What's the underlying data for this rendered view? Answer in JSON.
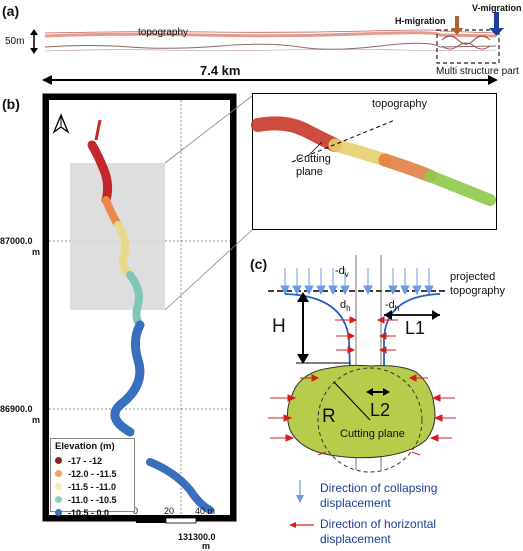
{
  "panels": {
    "a": "(a)",
    "b": "(b)",
    "c": "(c)"
  },
  "panel_a": {
    "scale_label": "50m",
    "topography_label": "topography",
    "h_migration_label": "H-migration",
    "v_migration_label": "V-migration",
    "length_label": "7.4 km",
    "multi_structure_label": "Multi structure part"
  },
  "panel_b": {
    "coord_87000": "87000.0",
    "coord_87000_unit": "m",
    "coord_86900": "86900.0",
    "coord_86900_unit": "m",
    "coord_131300": "131300.0",
    "coord_131300_unit": "m",
    "inset_topography_label": "topography",
    "inset_cutting_label_1": "Cutting",
    "inset_cutting_label_2": "plane",
    "legend": {
      "title": "Elevation (m)",
      "items": [
        {
          "label": "-17 - -12",
          "color": "#7b2b1a"
        },
        {
          "label": "-12.0 - -11.5",
          "color": "#f2a05a"
        },
        {
          "label": "-11.5 - -11.0",
          "color": "#f7f0b0"
        },
        {
          "label": "-11.0 - -10.5",
          "color": "#8fcfc0"
        },
        {
          "label": "-10.5 - 0.0",
          "color": "#3a6fbf"
        }
      ]
    },
    "scalebar": {
      "t0": "0",
      "t1": "20",
      "t2": "40 m"
    }
  },
  "panel_c": {
    "dv_label": "-d",
    "dv_sub": "v",
    "dh_label": "d",
    "dh_sub": "h",
    "mdh_label": "-d",
    "mdh_sub": "h",
    "H_label": "H",
    "L1_label": "L1",
    "L2_label": "L2",
    "R_label": "R",
    "projected_label_1": "projected",
    "projected_label_2": "topography",
    "cutting_plane_label": "Cutting plane"
  },
  "legend_c": {
    "collapse_1": "Direction of collapsing",
    "collapse_2": "displacement",
    "horizontal_1": "Direction of horizontal",
    "horizontal_2": "displacement"
  },
  "colors": {
    "red": "#d22020",
    "blue": "#3b73d4",
    "green": "#b6cc4a",
    "navy": "#1b3f9a"
  }
}
